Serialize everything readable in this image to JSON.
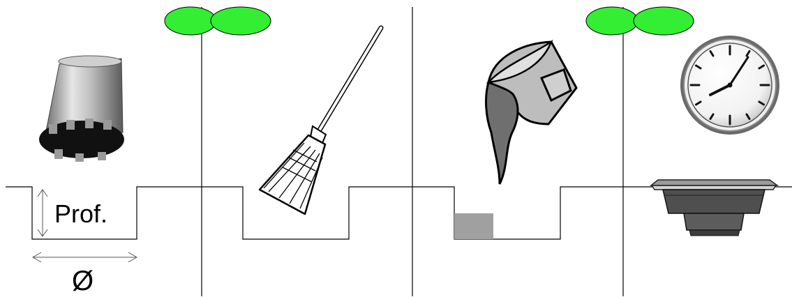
{
  "labels": {
    "depth": "Prof.",
    "diameter": "Ø"
  },
  "colors": {
    "leaf": "#33ee33",
    "line": "#000000",
    "fill_block": "#a0a0a0",
    "metal_light": "#d8d8d8",
    "metal_dark": "#555555"
  },
  "icons": [
    "core-drill-bit-icon",
    "broom-icon",
    "pouring-bucket-icon",
    "clock-icon",
    "floor-drain-icon",
    "leaves-icon"
  ],
  "clock": {
    "hour": 8,
    "minute": 8
  }
}
